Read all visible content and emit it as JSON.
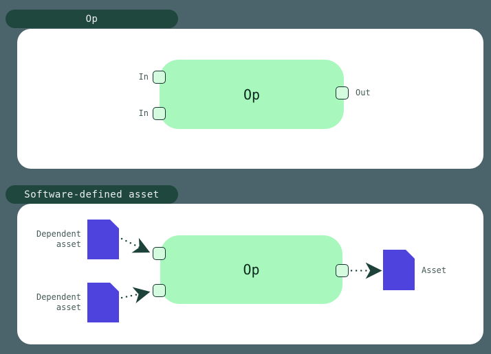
{
  "colors": {
    "background": "#4b646c",
    "tab_bg": "#1f473d",
    "tab_text": "#e9efed",
    "panel_bg": "#ffffff",
    "op_box_bg": "#a8f7bc",
    "op_text": "#0b2a1f",
    "port_bg": "#d5fbdf",
    "port_border": "#16352c",
    "label_text": "#445a56",
    "asset_fill": "#4f43dd",
    "arrow": "#1d423a"
  },
  "op_panel": {
    "tab_label": "Op",
    "op_label": "Op",
    "in1_label": "In",
    "in2_label": "In",
    "out_label": "Out"
  },
  "sda_panel": {
    "tab_label": "Software-defined asset",
    "op_label": "Op",
    "dep1_label": "Dependent asset",
    "dep2_label": "Dependent asset",
    "asset_label": "Asset"
  }
}
